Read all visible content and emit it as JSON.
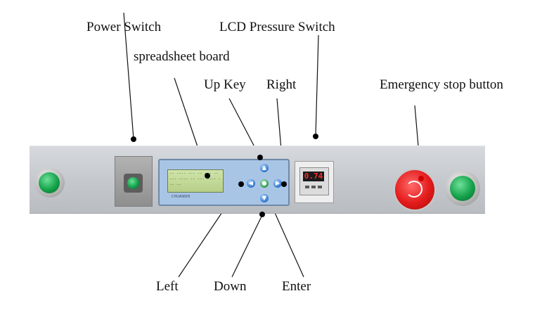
{
  "labels": {
    "power_switch": "Power Switch",
    "lcd_pressure_switch": "LCD Pressure Switch",
    "spreadsheet_board": "spreadsheet board",
    "up_key": "Up Key",
    "right": "Right",
    "emergency_stop": "Emergency stop button",
    "left": "Left",
    "down": "Down",
    "enter": "Enter"
  },
  "lcd_text": "-- ---- --- -- --- -- --- ---- -- --- ---- --- --",
  "brand": "CHUANSHI",
  "pressure_reading": "0.74",
  "colors": {
    "panel": "#c4c8cd",
    "estop_red": "#e31a1a",
    "lamp_green": "#14a24a",
    "board_blue": "#a9c5e6",
    "pressure_display": "#ff2b2b"
  },
  "icons": {
    "up": "arrow-up-icon",
    "left": "arrow-left-icon",
    "right": "arrow-right-icon",
    "down": "arrow-down-icon",
    "enter": "enter-icon"
  }
}
